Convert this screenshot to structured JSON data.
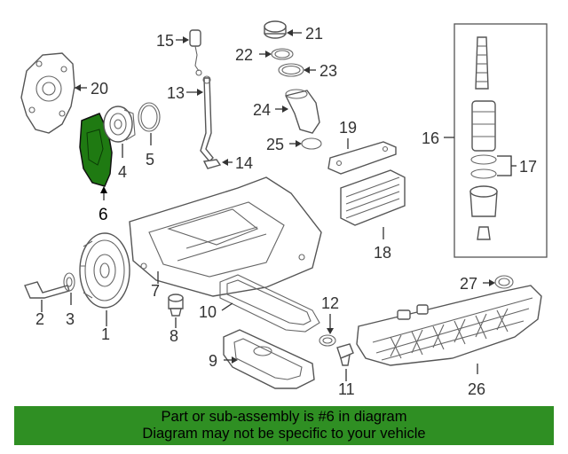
{
  "callouts": {
    "c1": "1",
    "c2": "2",
    "c3": "3",
    "c4": "4",
    "c5": "5",
    "c6": "6",
    "c7": "7",
    "c8": "8",
    "c9": "9",
    "c10": "10",
    "c11": "11",
    "c12": "12",
    "c13": "13",
    "c14": "14",
    "c15": "15",
    "c16": "16",
    "c17": "17",
    "c18": "18",
    "c19": "19",
    "c20": "20",
    "c21": "21",
    "c22": "22",
    "c23": "23",
    "c24": "24",
    "c25": "25",
    "c26": "26",
    "c27": "27"
  },
  "banner": {
    "line1": "Part or sub-assembly is #6 in diagram",
    "line2": "Diagram may not be specific to your vehicle"
  },
  "colors": {
    "highlight_part": "#1f7a12",
    "banner_bg": "#2f8f23"
  }
}
